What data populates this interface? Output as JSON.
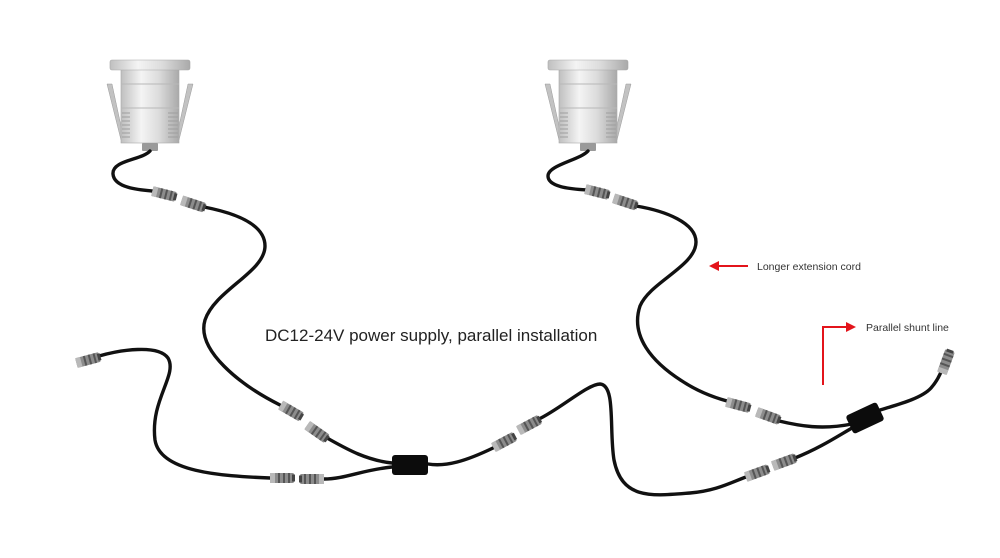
{
  "title": "DC12-24V power supply, parallel installation",
  "annotations": {
    "extension_cord": "Longer extension cord",
    "shunt_line": "Parallel shunt line"
  },
  "colors": {
    "background": "#ffffff",
    "cable": "#111111",
    "arrow": "#e3141b",
    "text": "#222222"
  }
}
